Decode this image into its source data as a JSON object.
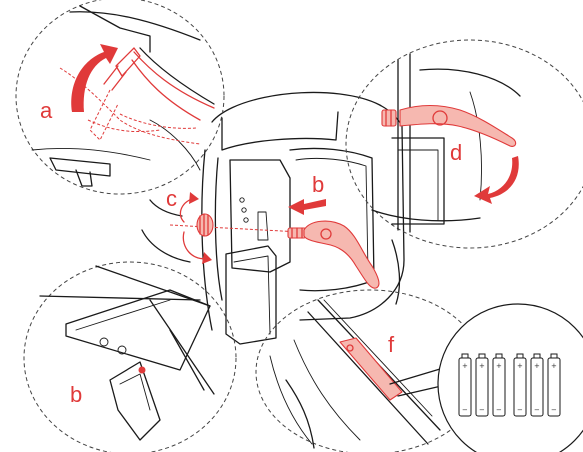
{
  "colors": {
    "accent": "#e03a3a",
    "accent_fill": "#f6b8b0",
    "line": "#1a1a1a"
  },
  "steps": {
    "a": "a",
    "b_main": "b",
    "b_detail": "b",
    "c": "c",
    "d": "d",
    "f": "f"
  },
  "battery": {
    "plus": "+",
    "minus": "−",
    "count": 6
  }
}
